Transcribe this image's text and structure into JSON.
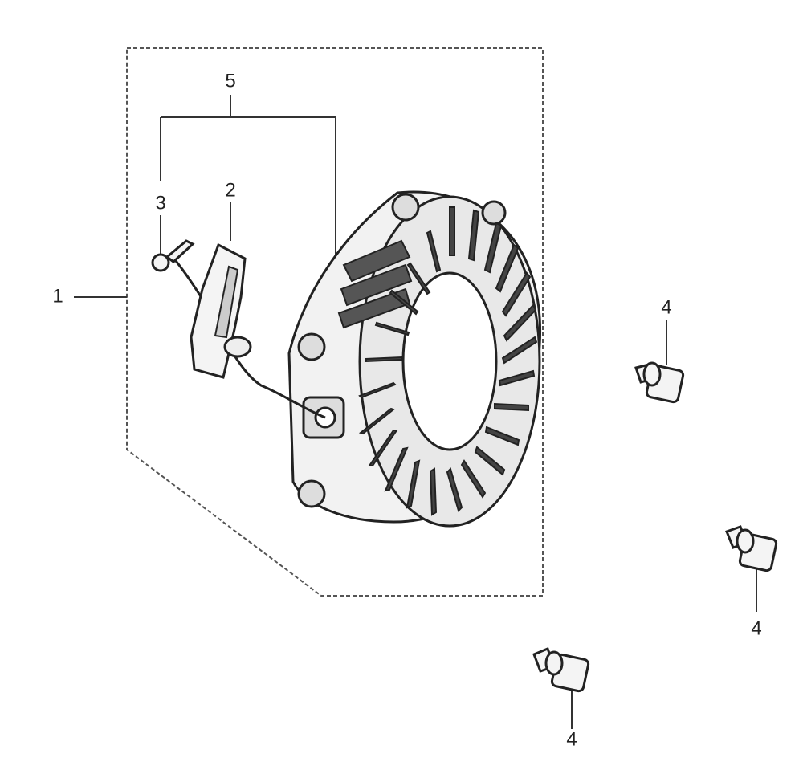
{
  "callouts": {
    "assembly": "1",
    "grip": "2",
    "clip": "3",
    "bolt_a": "4",
    "bolt_b": "4",
    "bolt_c": "4",
    "rope_set": "5"
  },
  "colors": {
    "line": "#333333",
    "dashed_border": "#555555",
    "background": "#ffffff"
  }
}
